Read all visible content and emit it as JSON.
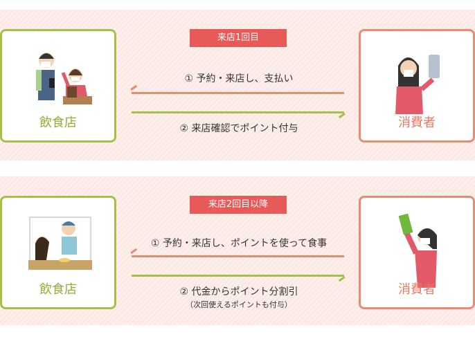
{
  "first_visit": {
    "badge": "来店1回目",
    "restaurant_label": "飲食店",
    "consumer_label": "消費者",
    "step1": "① 予約・来店し、支払い",
    "step2": "② 来店確認でポイント付与"
  },
  "repeat_visit": {
    "badge": "来店2回目以降",
    "restaurant_label": "飲食店",
    "consumer_label": "消費者",
    "step1": "① 予約・来店し、ポイントを使って食事",
    "step2": "② 代金からポイント分割引",
    "step2_note": "（次回使えるポイントも付与）"
  },
  "colors": {
    "restaurant": "#a3c14a",
    "consumer": "#e98a72",
    "badge": "#e85a58"
  }
}
